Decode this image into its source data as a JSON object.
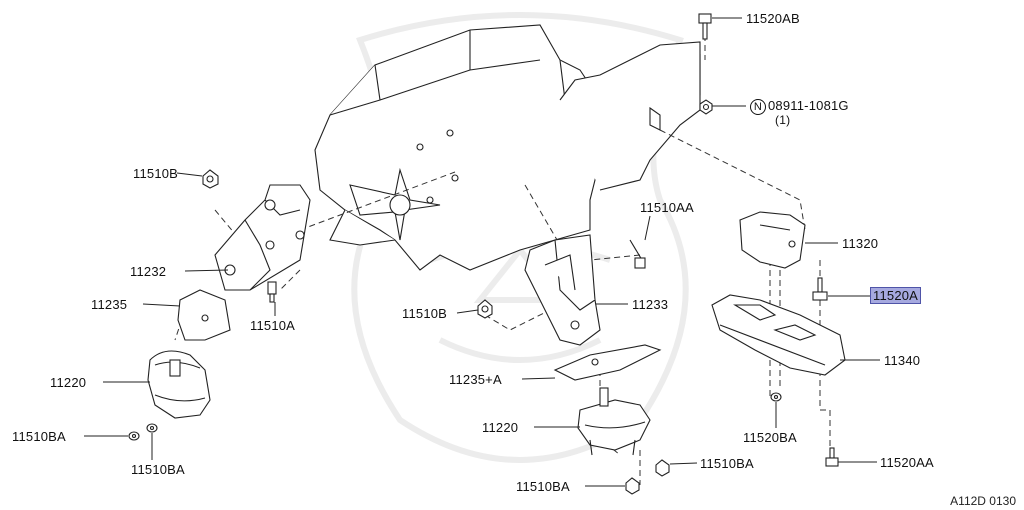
{
  "callouts": {
    "p_11520AB": "11520AB",
    "p_08911_1081G": "08911-1081G",
    "p_08911_qty": "(1)",
    "p_08911_prefix": "N",
    "p_11510B_top": "11510B",
    "p_11510AA": "11510AA",
    "p_11320": "11320",
    "p_11232": "11232",
    "p_11520A": "11520A",
    "p_11235": "11235",
    "p_11510B_mid": "11510B",
    "p_11233": "11233",
    "p_11510A": "11510A",
    "p_11340": "11340",
    "p_11220_left": "11220",
    "p_11235A": "11235+A",
    "p_11220_right": "11220",
    "p_11510BA_left": "11510BA",
    "p_11510BA_left2": "11510BA",
    "p_11520BA": "11520BA",
    "p_11510BA_right": "11510BA",
    "p_11520AA": "11520AA",
    "p_11510BA_bottom": "11510BA"
  },
  "footer_code": "A112D 0130",
  "colors": {
    "highlight": "#a6a9df",
    "line": "#222222",
    "watermark": "#ececec"
  }
}
